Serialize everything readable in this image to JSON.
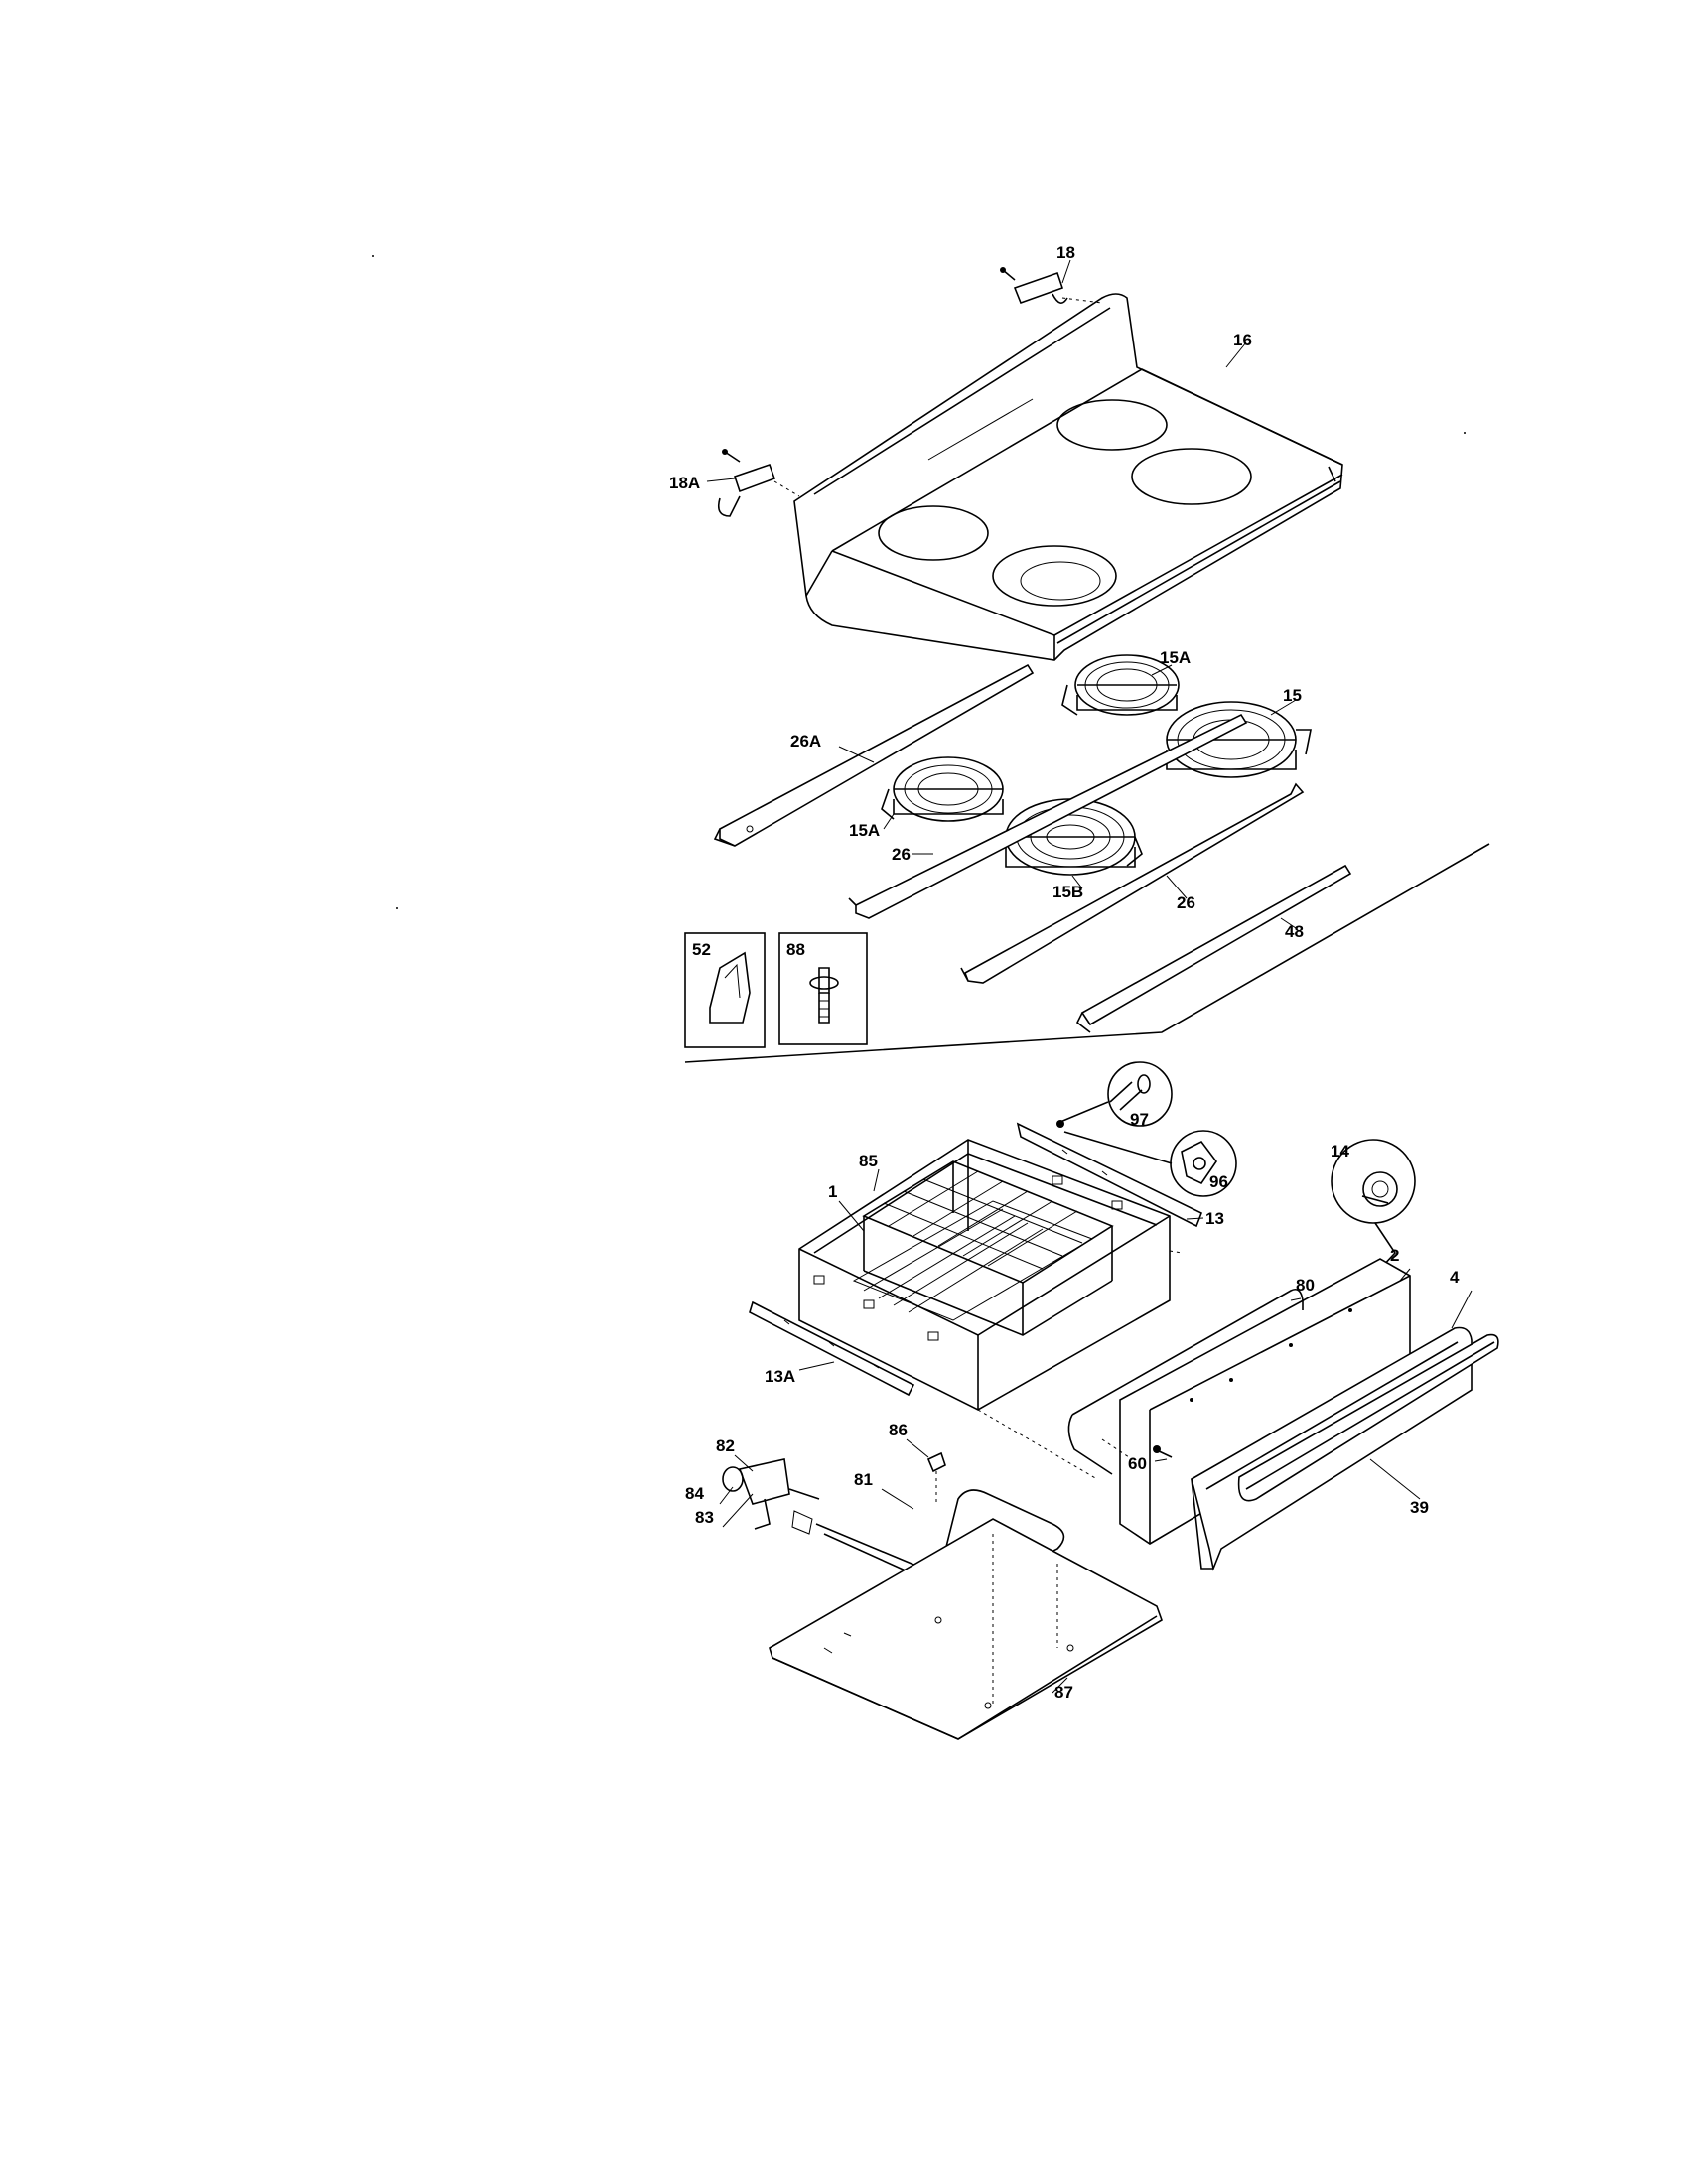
{
  "callouts": [
    {
      "id": "c18",
      "text": "18"
    },
    {
      "id": "c16",
      "text": "16"
    },
    {
      "id": "c18A",
      "text": "18A"
    },
    {
      "id": "c15A_top",
      "text": "15A"
    },
    {
      "id": "c15",
      "text": "15"
    },
    {
      "id": "c26A",
      "text": "26A"
    },
    {
      "id": "c15A_left",
      "text": "15A"
    },
    {
      "id": "c26_left",
      "text": "26"
    },
    {
      "id": "c15B",
      "text": "15B"
    },
    {
      "id": "c26_right",
      "text": "26"
    },
    {
      "id": "c48",
      "text": "48"
    },
    {
      "id": "c52",
      "text": "52"
    },
    {
      "id": "c88",
      "text": "88"
    },
    {
      "id": "c97",
      "text": "97"
    },
    {
      "id": "c96",
      "text": "96"
    },
    {
      "id": "c85",
      "text": "85"
    },
    {
      "id": "c1",
      "text": "1"
    },
    {
      "id": "c13",
      "text": "13"
    },
    {
      "id": "c14",
      "text": "14"
    },
    {
      "id": "c2",
      "text": "2"
    },
    {
      "id": "c4",
      "text": "4"
    },
    {
      "id": "c80",
      "text": "80"
    },
    {
      "id": "c13A",
      "text": "13A"
    },
    {
      "id": "c86",
      "text": "86"
    },
    {
      "id": "c82",
      "text": "82"
    },
    {
      "id": "c81",
      "text": "81"
    },
    {
      "id": "c84",
      "text": "84"
    },
    {
      "id": "c83",
      "text": "83"
    },
    {
      "id": "c60",
      "text": "60"
    },
    {
      "id": "c39",
      "text": "39"
    },
    {
      "id": "c87",
      "text": "87"
    }
  ]
}
